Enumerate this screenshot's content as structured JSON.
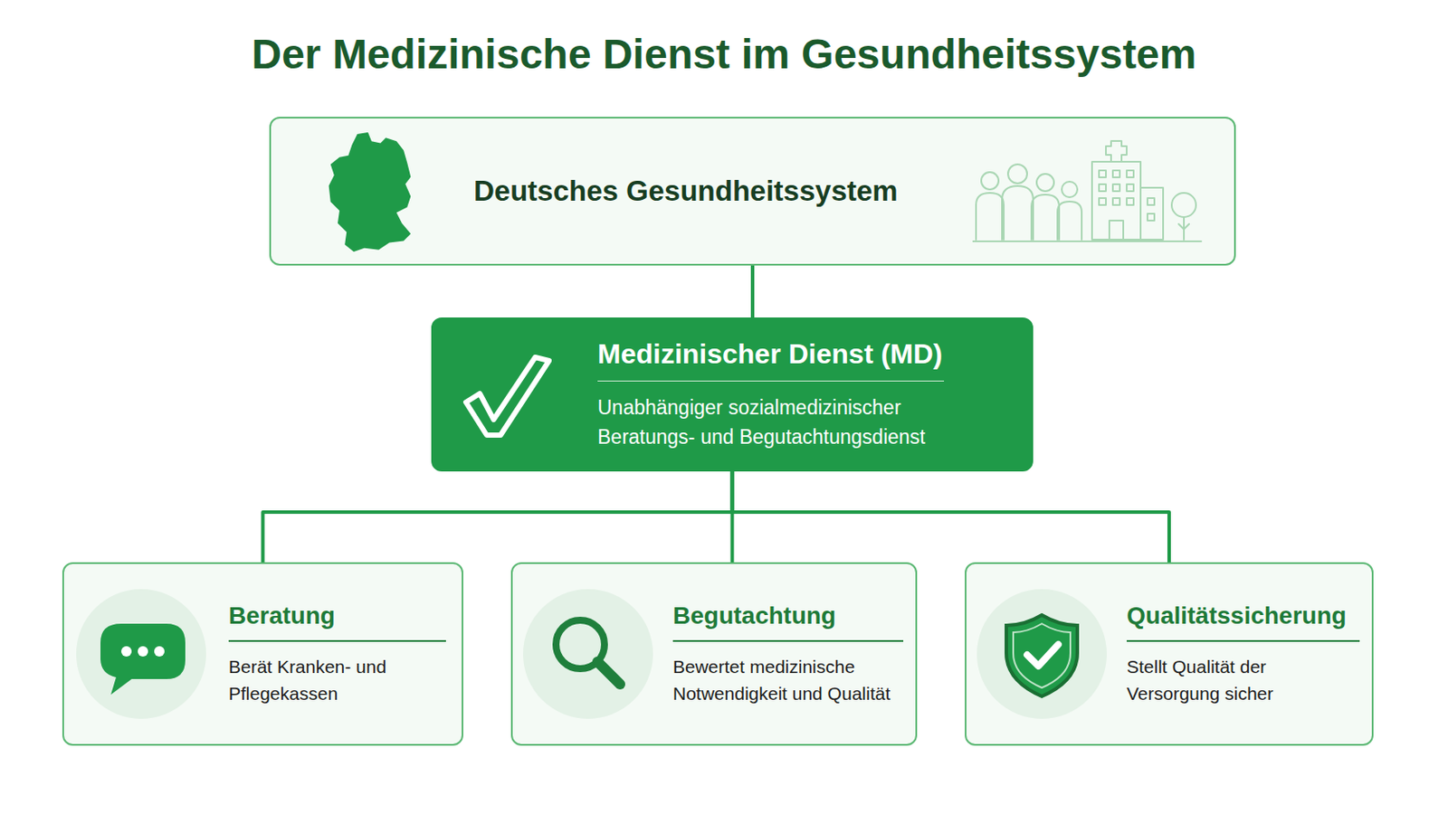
{
  "diagram": {
    "title": "Der Medizinische Dienst im Gesundheitssystem",
    "nodes": [
      {
        "text": [
          "Deutsches Gesundheitssystem"
        ]
      },
      {
        "text": [
          "Medizinischer Dienst (MD)",
          "Unabhängiger sozialmedizinischer Beratungs- und Begutachtungsdienst"
        ]
      },
      {
        "text": [
          "Beratung",
          "Berät Kranken- und Pflegekassen"
        ]
      },
      {
        "text": [
          "Begutachtung",
          "Bewertet medizinische Notwendigkeit und Qualität"
        ]
      },
      {
        "text": [
          "Qualitätssicherung",
          "Stellt Qualität der Versorgung sicher"
        ]
      }
    ],
    "edges": [
      {
        "from": 0,
        "to": 1,
        "arrow": "none"
      },
      {
        "from": 1,
        "to": 2,
        "arrow": "none"
      },
      {
        "from": 1,
        "to": 3,
        "arrow": "none"
      },
      {
        "from": 1,
        "to": 4,
        "arrow": "none"
      }
    ]
  }
}
